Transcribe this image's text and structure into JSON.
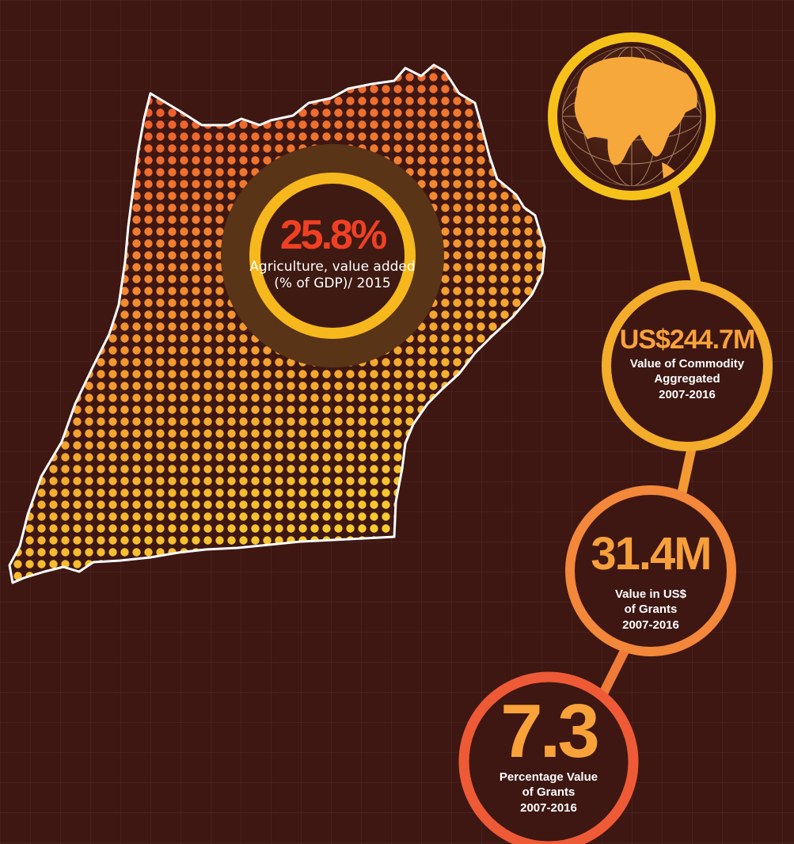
{
  "main_stat": {
    "value": "25.8%",
    "label_line1": "Agriculture, value added",
    "label_line2": "(% of GDP)/ 2015"
  },
  "stats": [
    {
      "id": "commodity",
      "value": "US$244.7M",
      "label_lines": [
        "Value of Commodity",
        "Aggregated",
        "2007-2016"
      ]
    },
    {
      "id": "grants-value",
      "value": "31.4M",
      "label_lines": [
        "Value in US$",
        "of Grants",
        "2007-2016"
      ]
    },
    {
      "id": "grants-pct",
      "value": "7.3",
      "label_lines": [
        "Percentage Value",
        "of Grants",
        "2007-2016"
      ]
    }
  ],
  "icons": {
    "globe": "globe-icon",
    "map": "uganda-map-icon"
  },
  "colors": {
    "background": "#3e1712",
    "ring_yellow": "#f6b81c",
    "ring_orange": "#f3873a",
    "ring_red": "#ee5a36",
    "accent_red": "#ef4023",
    "accent_orange": "#f9a23a",
    "main_circle_fill": "#5a3417"
  }
}
